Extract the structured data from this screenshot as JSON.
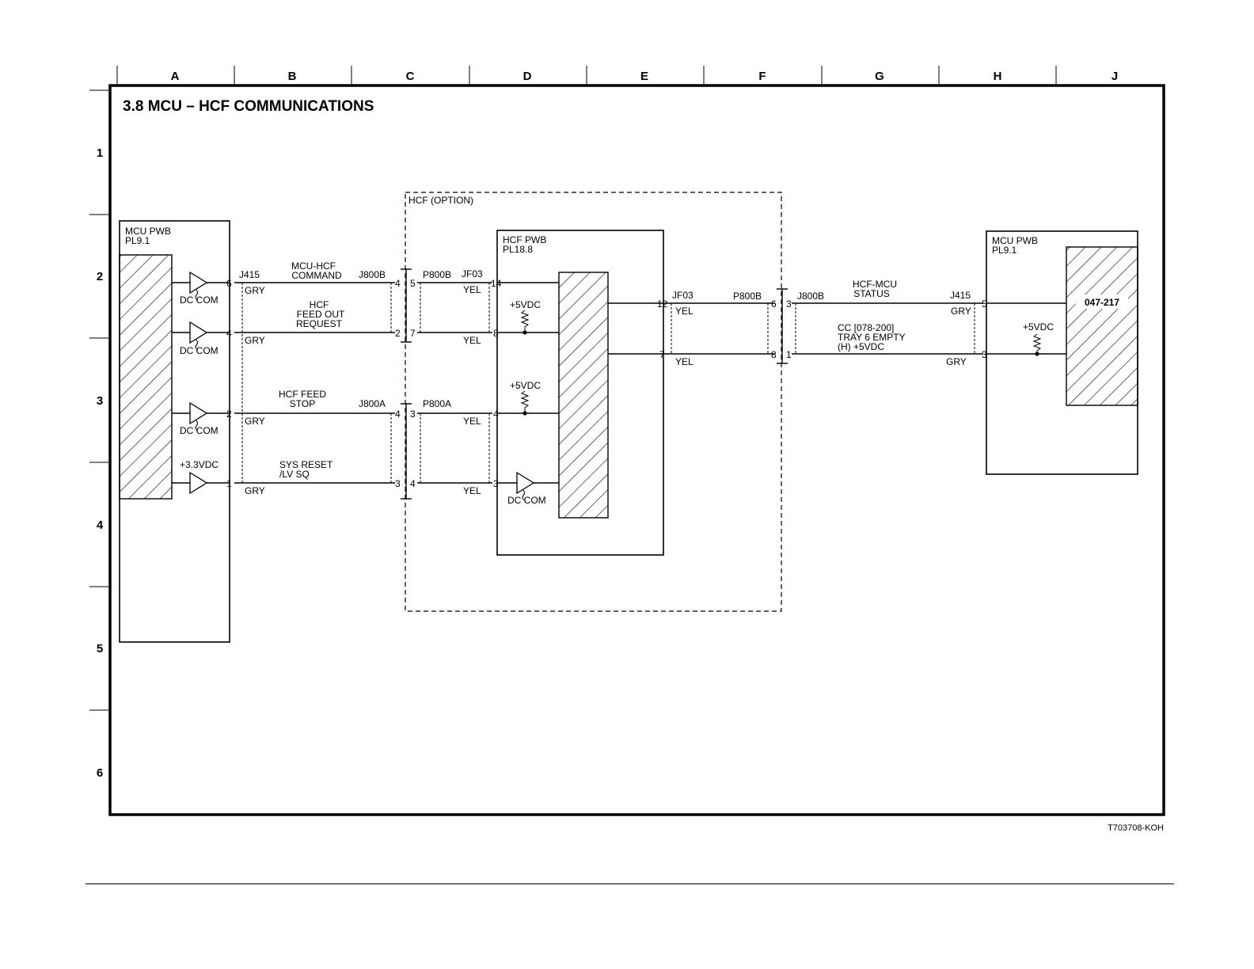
{
  "title": "3.8 MCU – HCF COMMUNICATIONS",
  "drawing_number": "T703708-KOH",
  "grid": {
    "columns": [
      "A",
      "B",
      "C",
      "D",
      "E",
      "F",
      "G",
      "H",
      "J"
    ],
    "rows": [
      "1",
      "2",
      "3",
      "4",
      "5",
      "6"
    ]
  },
  "option_box": {
    "label": "HCF (OPTION)"
  },
  "blocks": {
    "mcu_left": {
      "name": "MCU PWB",
      "ref": "PL9.1"
    },
    "hcf_pwb": {
      "name": "HCF PWB",
      "ref": "PL18.8"
    },
    "mcu_right": {
      "name": "MCU PWB",
      "ref": "PL9.1",
      "code": "047-217"
    }
  },
  "connectors": {
    "j415": "J415",
    "j800b": "J800B",
    "p800b": "P800B",
    "jf03": "JF03",
    "j800a": "J800A",
    "p800a": "P800A"
  },
  "signals": {
    "mcu_hcf_command": [
      "MCU-HCF",
      "COMMAND"
    ],
    "hcf_feed_out_request": [
      "HCF",
      "FEED OUT",
      "REQUEST"
    ],
    "hcf_feed_stop": [
      "HCF FEED",
      "STOP"
    ],
    "sys_reset": [
      "SYS RESET",
      "/LV SQ"
    ],
    "hcf_mcu_status": [
      "HCF-MCU",
      "STATUS"
    ],
    "cc_note": [
      "CC [078-200]",
      "TRAY 6 EMPTY",
      "(H) +5VDC"
    ]
  },
  "wire_colors": {
    "gry": "GRY",
    "yel": "YEL"
  },
  "power": {
    "dc_com": "DC COM",
    "v33": "+3.3VDC",
    "v5": "+5VDC"
  },
  "pins": {
    "left_mcu": [
      "6",
      "4",
      "2",
      "1"
    ],
    "j800b_left": [
      "4",
      "2"
    ],
    "p800b_left": [
      "5",
      "7"
    ],
    "j800a_left": [
      "4",
      "3"
    ],
    "p800a_left": [
      "3",
      "4"
    ],
    "hcf_in": [
      "14",
      "8",
      "4",
      "3"
    ],
    "hcf_out": [
      "12",
      "7"
    ],
    "p800b_right": [
      "6",
      "8"
    ],
    "j800b_right": [
      "3",
      "1"
    ],
    "right_mcu": [
      "5",
      "3"
    ]
  }
}
